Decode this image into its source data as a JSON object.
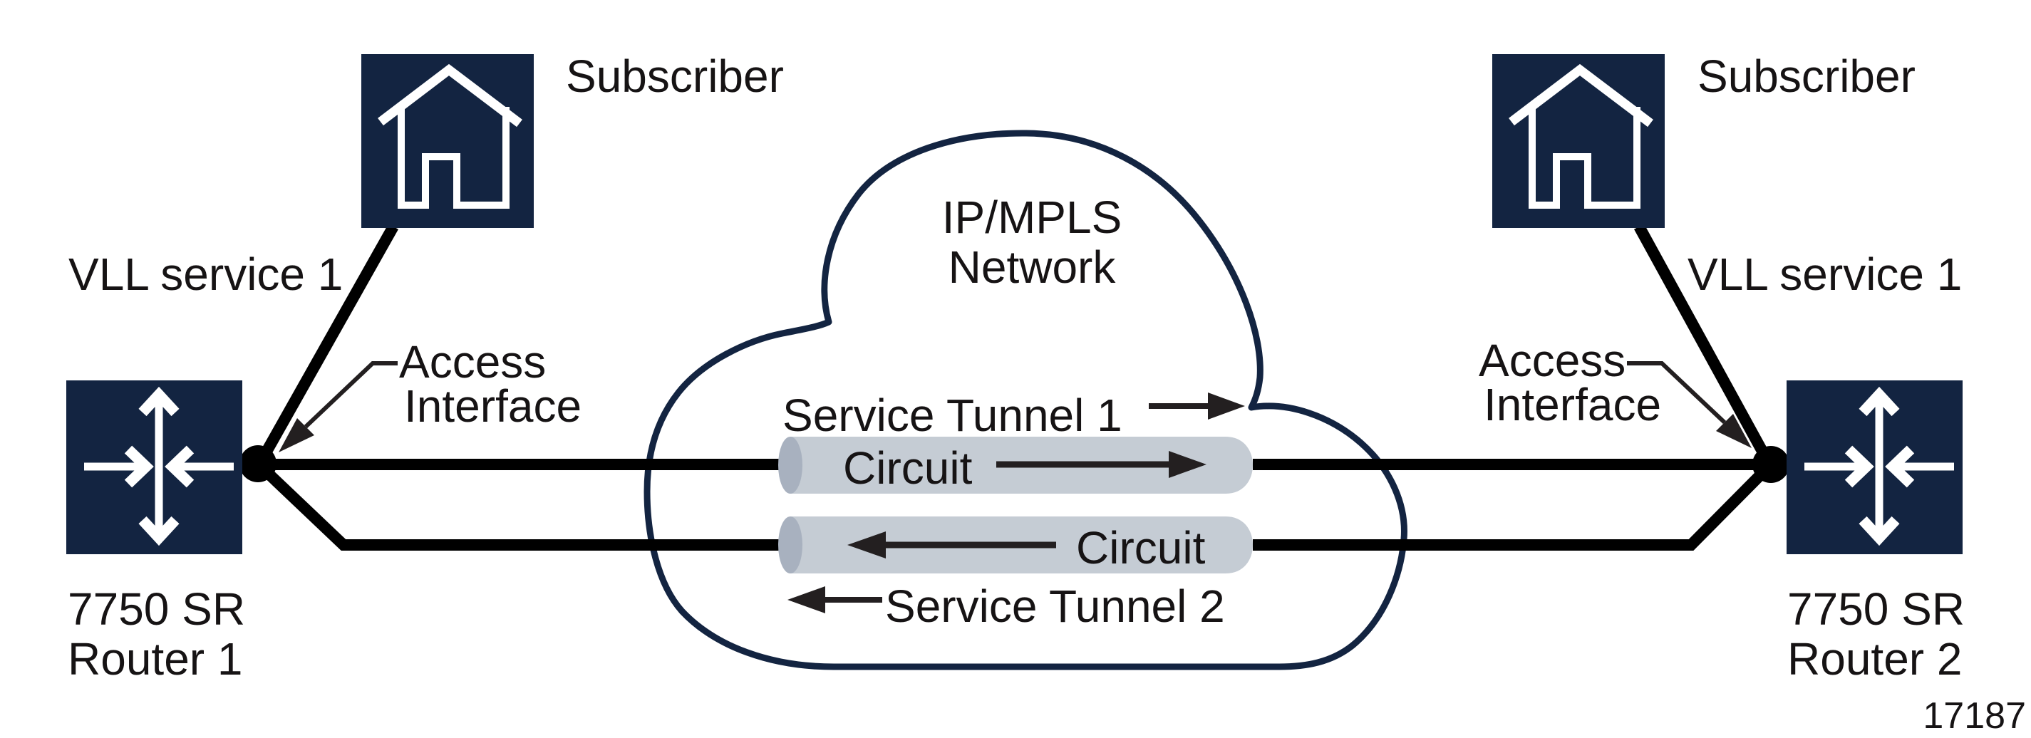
{
  "figure": {
    "number": "17187",
    "colors": {
      "navy": "#132441",
      "black": "#000000",
      "arrow_dark": "#231f20",
      "tunnel_fill": "#c5ccd4",
      "tunnel_cap": "#a8b1bf",
      "icon_glyph": "#ffffff",
      "text": "#161314"
    },
    "cloud": {
      "label_line1": "IP/MPLS",
      "label_line2": "Network"
    },
    "left": {
      "subscriber_label": "Subscriber",
      "vll_label": "VLL service 1",
      "access_label_line1": "Access",
      "access_label_line2": "Interface",
      "router_label_line1": "7750 SR",
      "router_label_line2": "Router 1"
    },
    "right": {
      "subscriber_label": "Subscriber",
      "vll_label": "VLL service 1",
      "access_label_line1": "Access",
      "access_label_line2": "Interface",
      "router_label_line1": "7750 SR",
      "router_label_line2": "Router 2"
    },
    "tunnels": {
      "tunnel1_label": "Service Tunnel 1",
      "tunnel1_circuit_label": "Circuit",
      "tunnel2_label": "Service Tunnel 2",
      "tunnel2_circuit_label": "Circuit"
    }
  }
}
